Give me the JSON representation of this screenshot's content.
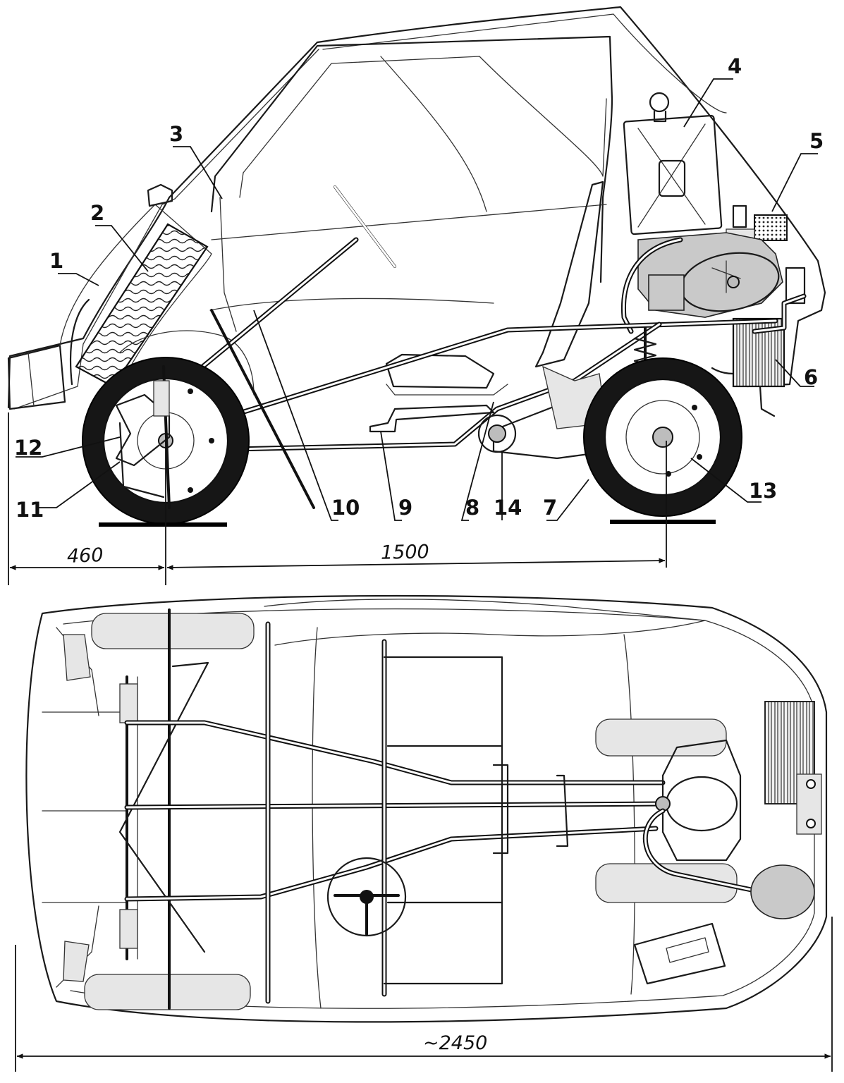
{
  "callouts": [
    "1",
    "2",
    "3",
    "4",
    "5",
    "6",
    "7",
    "8",
    "9",
    "10",
    "11",
    "12",
    "13",
    "14"
  ],
  "dimensions": {
    "front_overhang": "460",
    "wheelbase": "1500",
    "overall_length": "~2450"
  }
}
